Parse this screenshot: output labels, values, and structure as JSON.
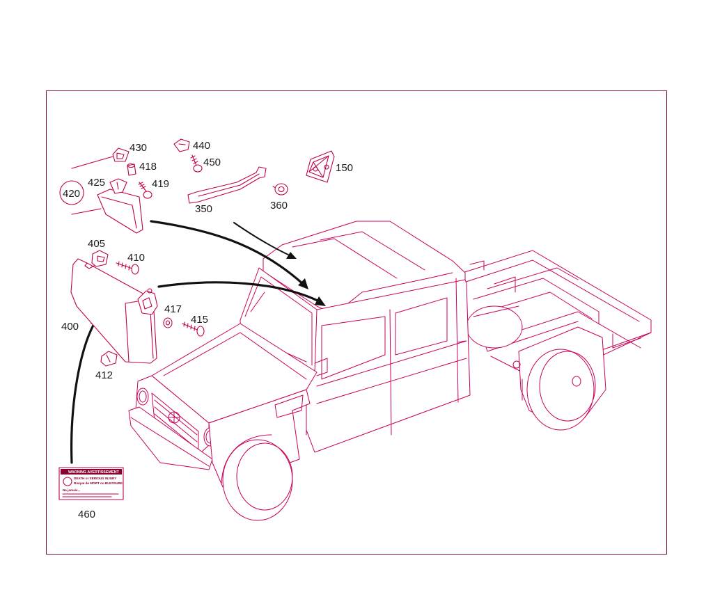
{
  "colors": {
    "line_art": "#c0004a",
    "frame": "#7a1030",
    "arrows": "#111111",
    "labels": "#1a1a1a",
    "background": "#ffffff"
  },
  "part_labels": {
    "p430": "430",
    "p418": "418",
    "p419": "419",
    "p425": "425",
    "p420": "420",
    "p440": "440",
    "p450": "450",
    "p350": "350",
    "p360": "360",
    "p150": "150",
    "p405": "405",
    "p410": "410",
    "p400": "400",
    "p417": "417",
    "p415": "415",
    "p412": "412",
    "p460": "460"
  },
  "warning_label": {
    "title": "WARNING AVERTISSEMENT",
    "line1": "DEATH or SERIOUS INJURY",
    "line2": "Risque de MORT ou BLESSURE",
    "line3": "Ne jamais..."
  }
}
